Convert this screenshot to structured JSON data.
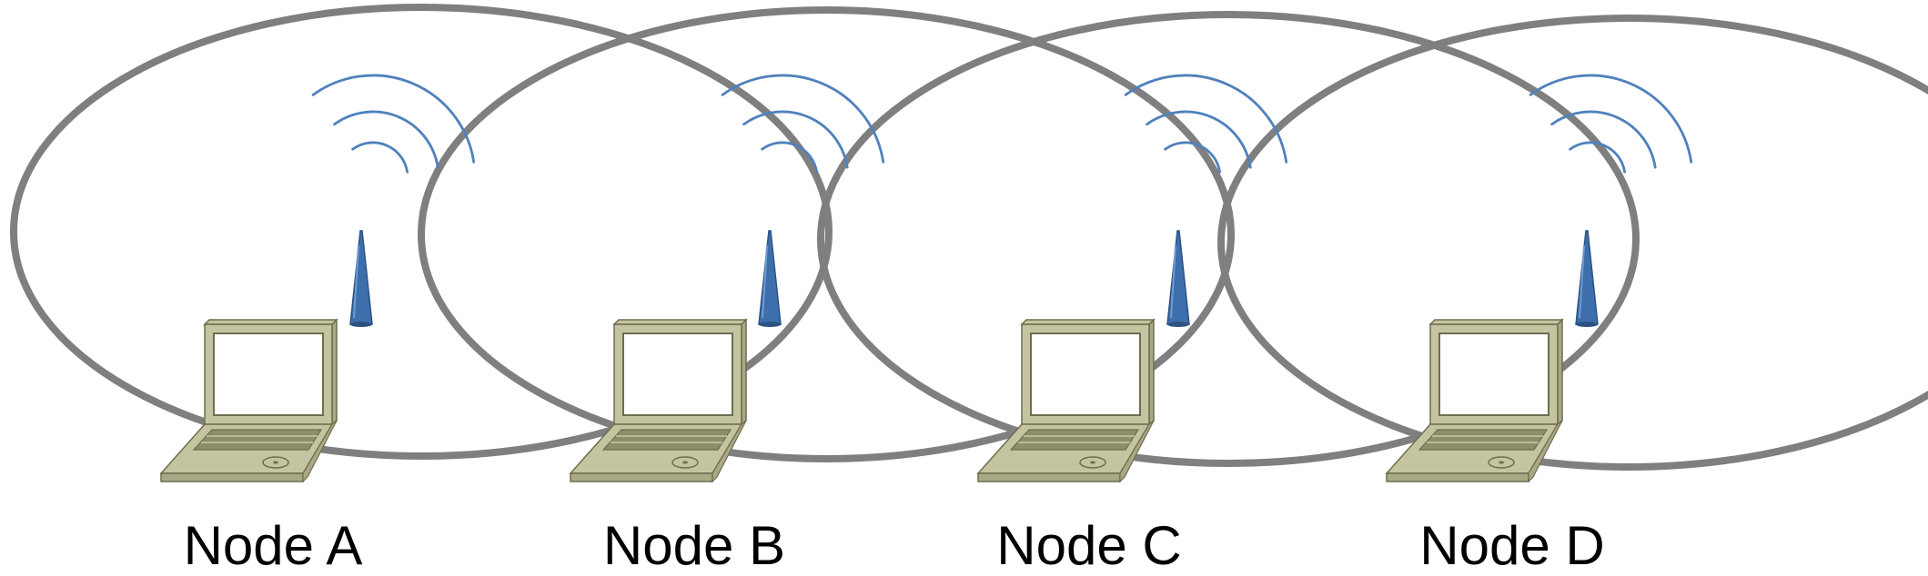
{
  "nodes": [
    {
      "label": "Node A"
    },
    {
      "label": "Node B"
    },
    {
      "label": "Node C"
    },
    {
      "label": "Node D"
    }
  ],
  "colors": {
    "range_circle": "#7f7f7f",
    "signal_waves": "#4f81bd",
    "antenna": "#3e6fad",
    "antenna_dark": "#2c5283",
    "laptop_body": "#c4c4a1",
    "laptop_outline": "#6e6e4f",
    "laptop_keyboard": "#8d8d6b",
    "laptop_screen": "#ffffff"
  },
  "icons": [
    "laptop-icon",
    "antenna-icon",
    "wifi-signal-icon"
  ]
}
